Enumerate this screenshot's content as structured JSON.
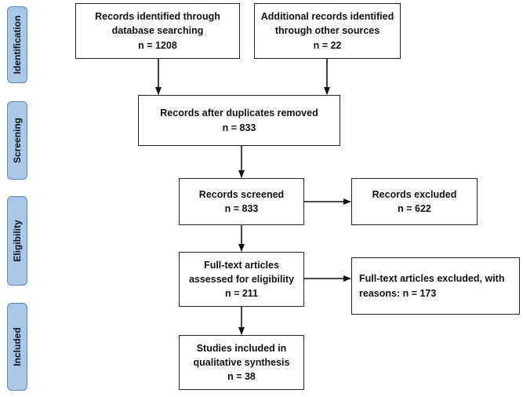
{
  "stages": {
    "identification": "Identification",
    "screening": "Screening",
    "eligibility": "Eligibility",
    "included": "Included"
  },
  "boxes": {
    "db_search": {
      "line1": "Records identified through",
      "line2": "database searching",
      "count": "n = 1208"
    },
    "other_sources": {
      "line1": "Additional records identified",
      "line2": "through other sources",
      "count": "n = 22"
    },
    "dedup": {
      "line1": "Records after duplicates removed",
      "count": "n = 833"
    },
    "screened": {
      "line1": "Records screened",
      "count": "n = 833"
    },
    "excluded": {
      "line1": "Records excluded",
      "count": "n = 622"
    },
    "fulltext": {
      "line1": "Full-text articles",
      "line2": "assessed for eligibility",
      "count": "n = 211"
    },
    "fulltext_excluded": {
      "line1": "Full-text articles excluded, with",
      "line2": "reasons: n = 173"
    },
    "included": {
      "line1": "Studies included in",
      "line2": "qualitative synthesis",
      "count": "n = 38"
    }
  }
}
